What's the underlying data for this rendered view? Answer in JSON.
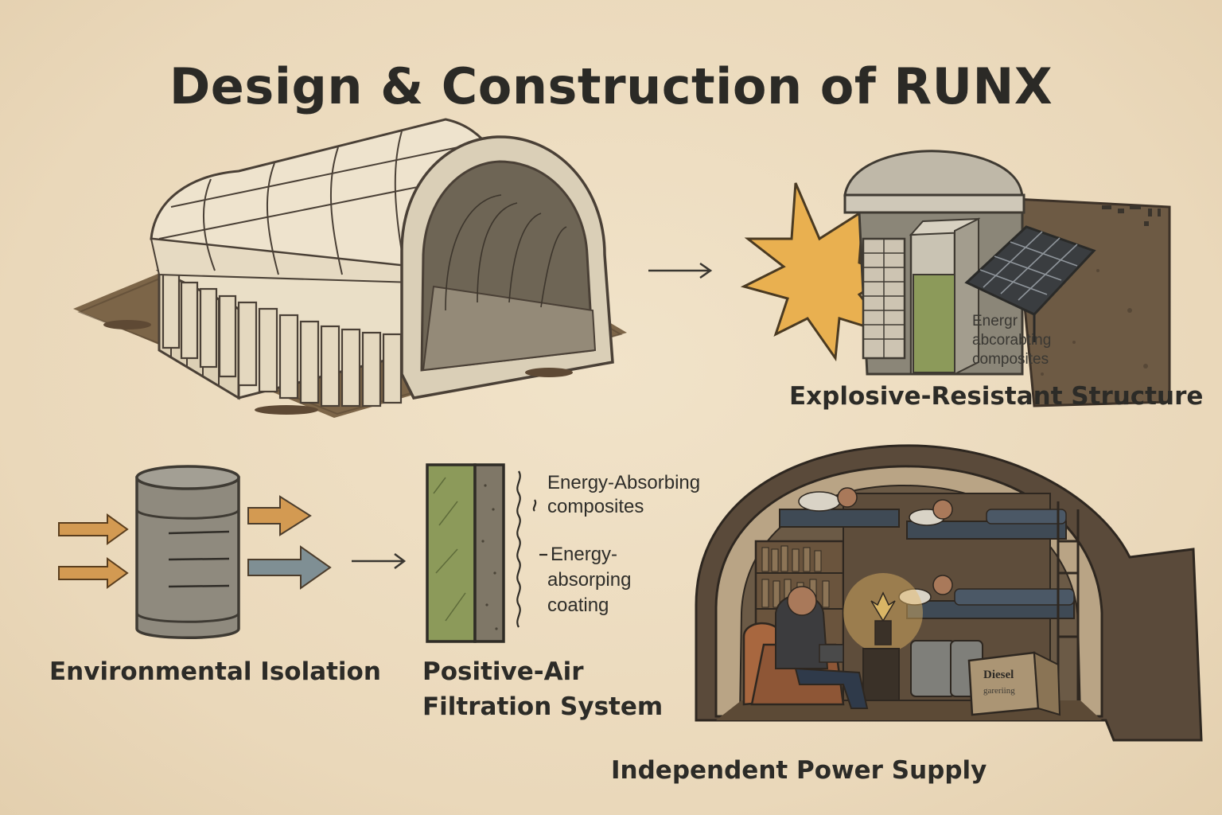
{
  "title": "Design & Construction of RUNX",
  "captions": {
    "explosive": "Explosive-Resistant Structure",
    "environmental": "Environmental Isolation",
    "filtration_line1": "Positive-Air",
    "filtration_line2": "Filtration System",
    "power": "Independent Power Supply"
  },
  "structure_labels": {
    "line1": "Energr",
    "line2": "abcorabting",
    "line3": "composites"
  },
  "filter_labels": {
    "top_line1": "Energy-Absorbing",
    "top_line2": "composites",
    "bottom_line1": "Energy-",
    "bottom_line2": "absorping",
    "bottom_line3": "coating"
  },
  "generator_labels": {
    "line1": "Diesel",
    "line2": "gareriing"
  },
  "colors": {
    "background": "#ecdcc0",
    "ink": "#2b2a26",
    "blast": "#e9b050",
    "green_panel": "#8c9a5a",
    "arrow_orange": "#d39a52",
    "arrow_blue": "#7f8f94"
  }
}
